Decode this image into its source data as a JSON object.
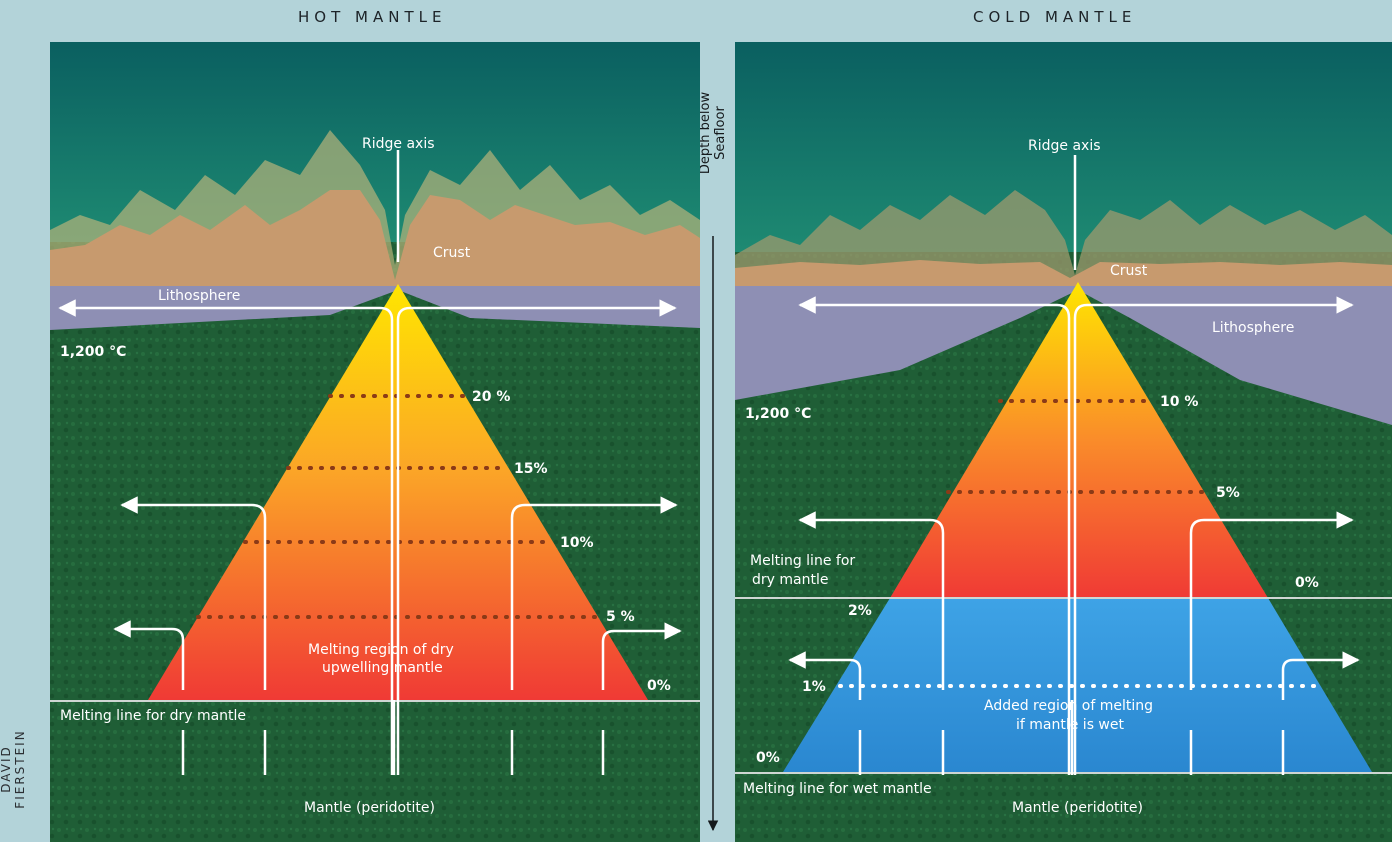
{
  "panels": {
    "hot": {
      "title": "HOT MANTLE",
      "ridge_axis": "Ridge axis",
      "crust": "Crust",
      "lithosphere": "Lithosphere",
      "temperature": "1,200 °C",
      "pct_20": "20 %",
      "pct_15": "15%",
      "pct_10": "10%",
      "pct_5": "5 %",
      "pct_0": "0%",
      "melting_region_line1": "Melting region of dry",
      "melting_region_line2": "upwelling mantle",
      "melting_line": "Melting line for dry mantle",
      "mantle": "Mantle (peridotite)"
    },
    "cold": {
      "title": "COLD MANTLE",
      "ridge_axis": "Ridge axis",
      "crust": "Crust",
      "lithosphere": "Lithosphere",
      "temperature": "1,200 °C",
      "pct_10": "10 %",
      "pct_5": "5%",
      "pct_0_dry": "0%",
      "pct_2": "2%",
      "pct_1": "1%",
      "pct_0_wet": "0%",
      "dry_line_1": "Melting line for",
      "dry_line_2": "dry mantle",
      "added_region_line1": "Added region of melting",
      "added_region_line2": "if mantle is wet",
      "wet_line": "Melting line for wet mantle",
      "mantle": "Mantle (peridotite)"
    }
  },
  "axis": {
    "depth_label": "Depth below Seafloor"
  },
  "credit": "DAVID FIERSTEIN",
  "colors": {
    "background": "#b3d3d9",
    "ocean_top": "#0f6e6a",
    "crust": "#c79a6e",
    "lithosphere": "#8e8fb4",
    "mantle": "#1f5e36",
    "melt_top": "#ffe600",
    "melt_bottom": "#f03a35",
    "wet_region": "#2f95da"
  }
}
